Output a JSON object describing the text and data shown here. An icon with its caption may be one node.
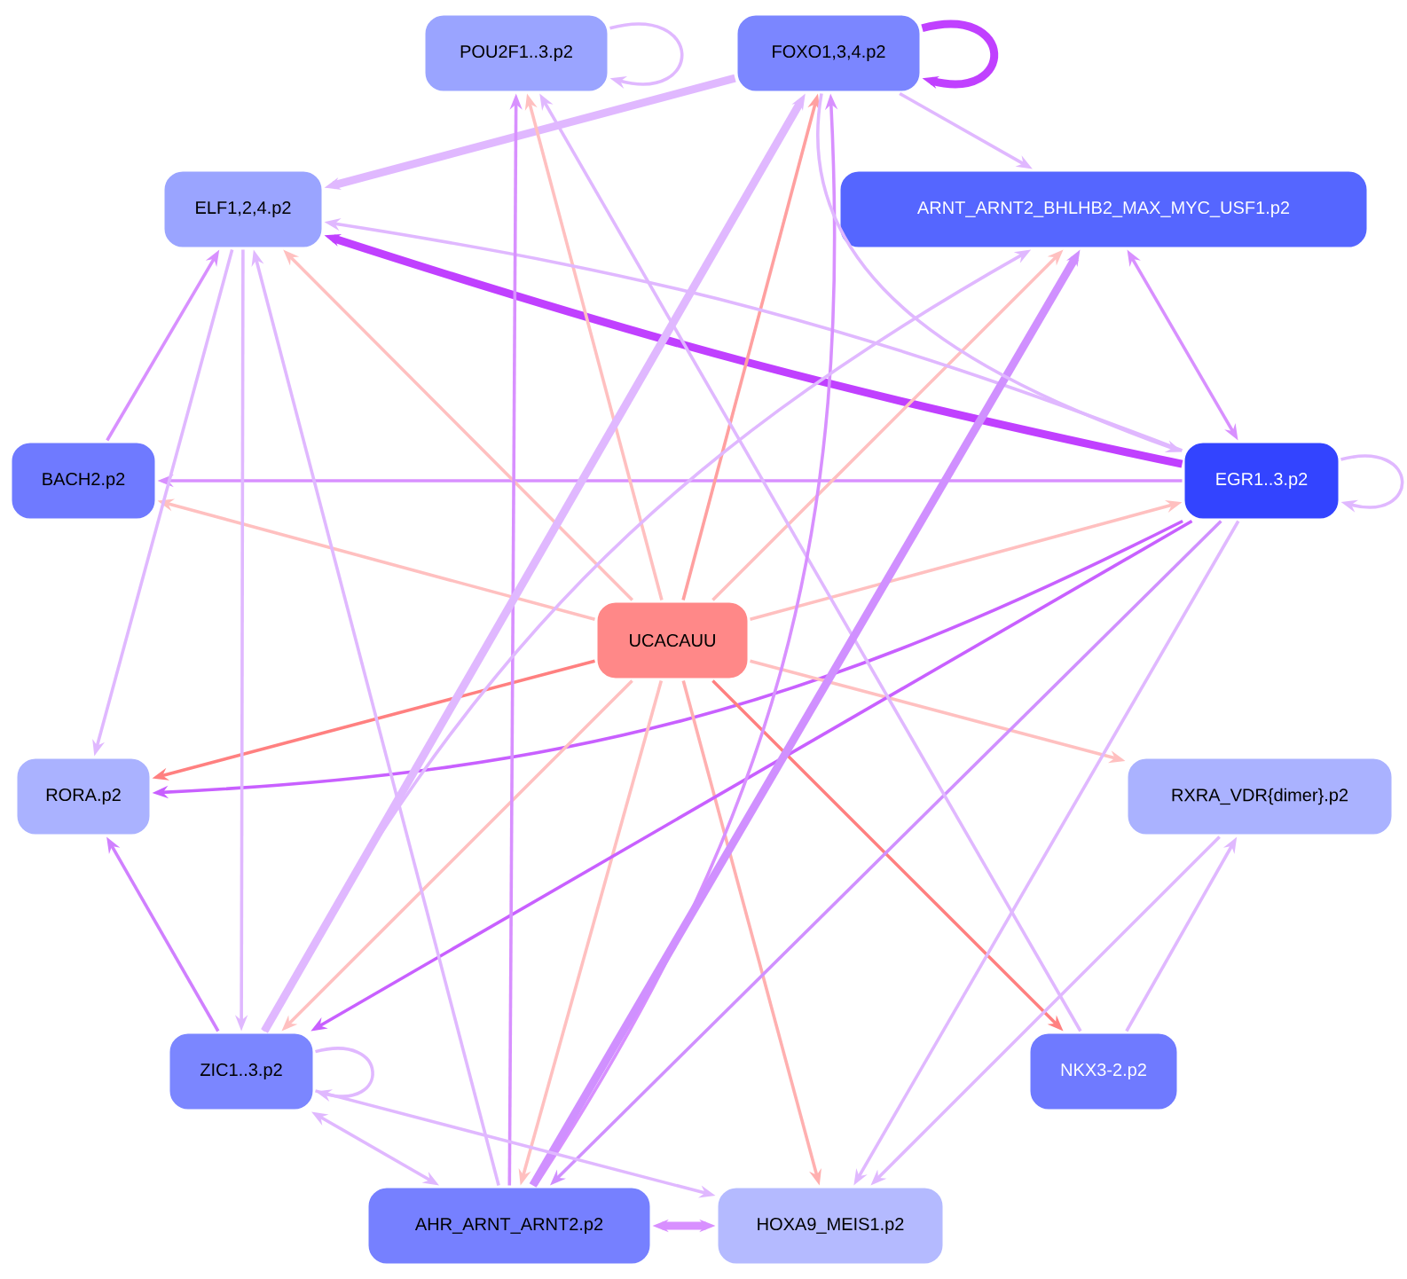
{
  "diagram": {
    "nodes": [
      {
        "text": [
          "POU2F1..3.p2"
        ]
      },
      {
        "text": [
          "FOXO1,3,4.p2"
        ]
      },
      {
        "text": [
          "ELF1,2,4.p2"
        ]
      },
      {
        "text": [
          "ARNT_ARNT2_BHLHB2_MAX_MYC_USF1.p2"
        ]
      },
      {
        "text": [
          "BACH2.p2"
        ]
      },
      {
        "text": [
          "EGR1..3.p2"
        ]
      },
      {
        "text": [
          "UCACAUU"
        ]
      },
      {
        "text": [
          "RORA.p2"
        ]
      },
      {
        "text": [
          "RXRA_VDR{dimer}.p2"
        ]
      },
      {
        "text": [
          "ZIC1..3.p2"
        ]
      },
      {
        "text": [
          "NKX3-2.p2"
        ]
      },
      {
        "text": [
          "AHR_ARNT_ARNT2.p2"
        ]
      },
      {
        "text": [
          "HOXA9_MEIS1.p2"
        ]
      }
    ],
    "edges": [
      {
        "from": 0,
        "to": 0,
        "arrow": "to"
      },
      {
        "from": 1,
        "to": 1,
        "arrow": "to",
        "style": "thick",
        "color": "#c040ff"
      },
      {
        "from": 5,
        "to": 5,
        "arrow": "to"
      },
      {
        "from": 9,
        "to": 9,
        "arrow": "to"
      },
      {
        "from": 1,
        "to": 2,
        "arrow": "to",
        "style": "thick"
      },
      {
        "from": 1,
        "to": 3,
        "arrow": "to"
      },
      {
        "from": 5,
        "to": 2,
        "arrow": "to",
        "style": "thick",
        "color": "#c040ff"
      },
      {
        "from": 5,
        "to": 4,
        "arrow": "to",
        "color": "#d890ff"
      },
      {
        "from": 4,
        "to": 2,
        "arrow": "to",
        "color": "#d890ff"
      },
      {
        "from": 5,
        "to": 7,
        "arrow": "to",
        "color": "#c860ff"
      },
      {
        "from": 6,
        "to": 7,
        "arrow": "to",
        "color": "#ff8080"
      },
      {
        "from": 6,
        "to": 4,
        "arrow": "to",
        "color": "#ffc0c0"
      },
      {
        "from": 6,
        "to": 2,
        "arrow": "to",
        "color": "#ffc0c0"
      },
      {
        "from": 6,
        "to": 0,
        "arrow": "to",
        "color": "#ffc0c0"
      },
      {
        "from": 6,
        "to": 1,
        "arrow": "to",
        "color": "#ffa0a0"
      },
      {
        "from": 6,
        "to": 3,
        "arrow": "to",
        "color": "#ffc0c0"
      },
      {
        "from": 6,
        "to": 5,
        "arrow": "to",
        "color": "#ffc0c0"
      },
      {
        "from": 6,
        "to": 8,
        "arrow": "to",
        "color": "#ffc0c0"
      },
      {
        "from": 6,
        "to": 10,
        "arrow": "to",
        "color": "#ff8080"
      },
      {
        "from": 6,
        "to": 12,
        "arrow": "to",
        "color": "#ffb0b0"
      },
      {
        "from": 6,
        "to": 11,
        "arrow": "to",
        "color": "#ffc0c0"
      },
      {
        "from": 6,
        "to": 9,
        "arrow": "to",
        "color": "#ffc0c0"
      },
      {
        "from": 3,
        "to": 5,
        "arrow": "both",
        "color": "#d890ff"
      },
      {
        "from": 5,
        "to": 9,
        "arrow": "to",
        "color": "#c860ff"
      },
      {
        "from": 5,
        "to": 11,
        "arrow": "to",
        "color": "#d090ff"
      },
      {
        "from": 5,
        "to": 12,
        "arrow": "to"
      },
      {
        "from": 8,
        "to": 12,
        "arrow": "to"
      },
      {
        "from": 10,
        "to": 8,
        "arrow": "to"
      },
      {
        "from": 10,
        "to": 0,
        "arrow": "to"
      },
      {
        "from": 5,
        "to": 2,
        "arrow": "to"
      },
      {
        "from": 2,
        "to": 7,
        "arrow": "to"
      },
      {
        "from": 2,
        "to": 9,
        "arrow": "to"
      },
      {
        "from": 11,
        "to": 2,
        "arrow": "to"
      },
      {
        "from": 11,
        "to": 0,
        "arrow": "to",
        "color": "#d890ff"
      },
      {
        "from": 9,
        "to": 7,
        "arrow": "to",
        "color": "#d080ff"
      },
      {
        "from": 9,
        "to": 1,
        "arrow": "to",
        "style": "thick"
      },
      {
        "from": 11,
        "to": 1,
        "arrow": "to",
        "color": "#d890ff"
      },
      {
        "from": 11,
        "to": 3,
        "arrow": "to",
        "style": "thick",
        "color": "#d090ff"
      },
      {
        "from": 9,
        "to": 3,
        "arrow": "to"
      },
      {
        "from": 9,
        "to": 11,
        "arrow": "both"
      },
      {
        "from": 9,
        "to": 12,
        "arrow": "to"
      },
      {
        "from": 11,
        "to": 12,
        "arrow": "both",
        "style": "thick",
        "color": "#d890ff"
      },
      {
        "from": 1,
        "to": 5,
        "arrow": "to"
      }
    ]
  }
}
